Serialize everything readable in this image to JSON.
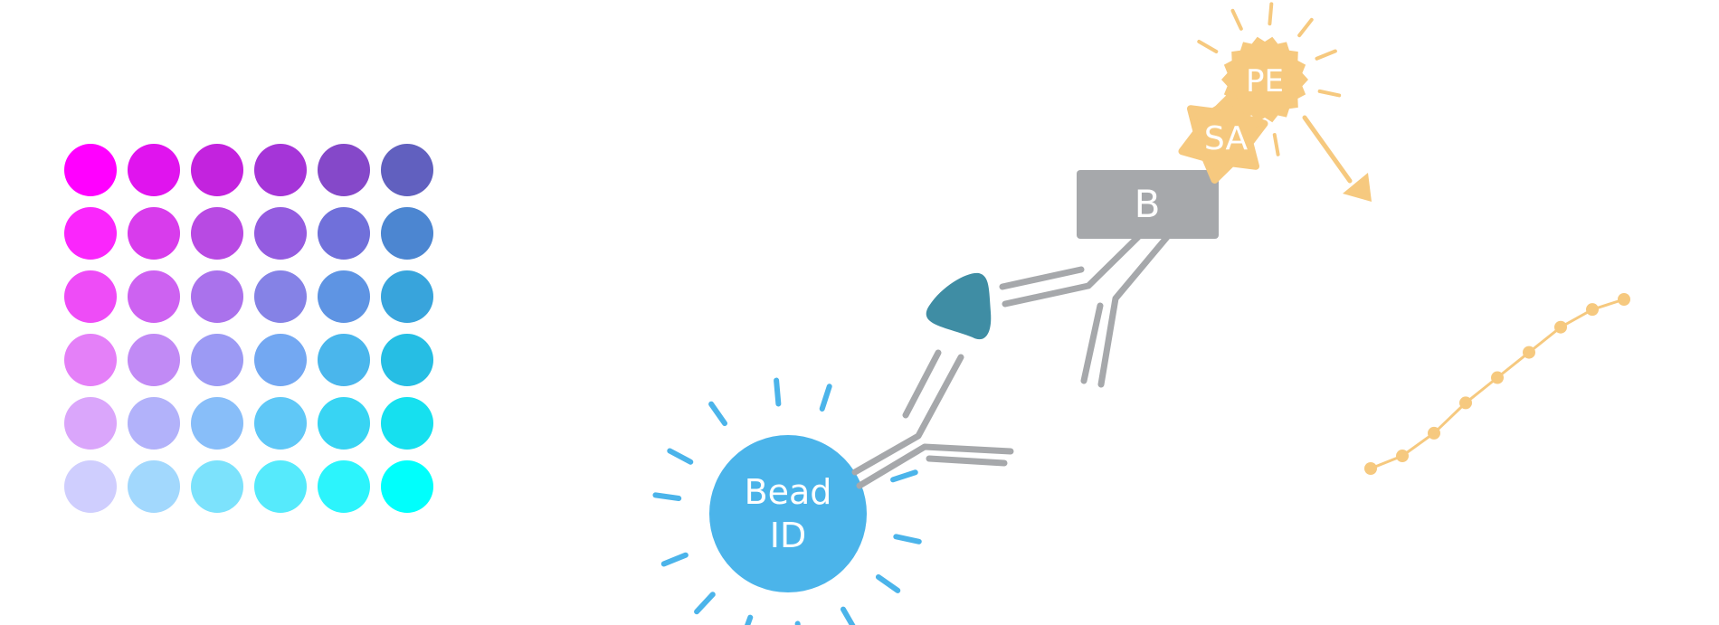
{
  "colors": {
    "bead": "#4bb4ea",
    "antibody": "#a6a8ab",
    "epitope": "#3f8da4",
    "biotin_box": "#a6a8ab",
    "label": "#f6c97f",
    "text_on_shape": "#ffffff"
  },
  "bead_grid": {
    "rows": [
      [
        "#ff00ff",
        "#e014ee",
        "#c323de",
        "#a535d8",
        "#8548c9",
        "#6160bf"
      ],
      [
        "#fa26fc",
        "#d83cec",
        "#b84ae3",
        "#945ce0",
        "#7070da",
        "#4c86d1"
      ],
      [
        "#ee4cf7",
        "#cd62f1",
        "#aa72ec",
        "#8582e6",
        "#5e94e3",
        "#38a4dc"
      ],
      [
        "#e480f8",
        "#c18af5",
        "#9c9af4",
        "#73a8f2",
        "#4ab6ec",
        "#26bee4"
      ],
      [
        "#daa6fb",
        "#b2b2fa",
        "#88bef9",
        "#60c8f7",
        "#38d4f3",
        "#16e0ef"
      ],
      [
        "#cfcefe",
        "#a2d8fd",
        "#7ce2fc",
        "#56eafc",
        "#2cf4fc",
        "#00fffc"
      ]
    ]
  },
  "labels": {
    "bead_line1": "Bead",
    "bead_line2": "ID",
    "biotin": "B",
    "pe": "PE",
    "sa": "SA"
  },
  "icons": {
    "bead": "bead-sphere-icon",
    "capture_antibody": "y-antibody-icon",
    "detection_antibody": "y-antibody-icon",
    "epitope": "antigen-icon",
    "pe": "phycoerythrin-burst-icon",
    "sa": "streptavidin-star-icon",
    "curve": "standard-curve-icon"
  },
  "standard_curve": {
    "points": [
      [
        1.0,
        1.0
      ],
      [
        2.0,
        1.5
      ],
      [
        3.0,
        2.4
      ],
      [
        4.0,
        3.6
      ],
      [
        5.0,
        4.6
      ],
      [
        6.0,
        5.6
      ],
      [
        7.0,
        6.6
      ],
      [
        8.0,
        7.3
      ],
      [
        9.0,
        7.7
      ]
    ]
  }
}
